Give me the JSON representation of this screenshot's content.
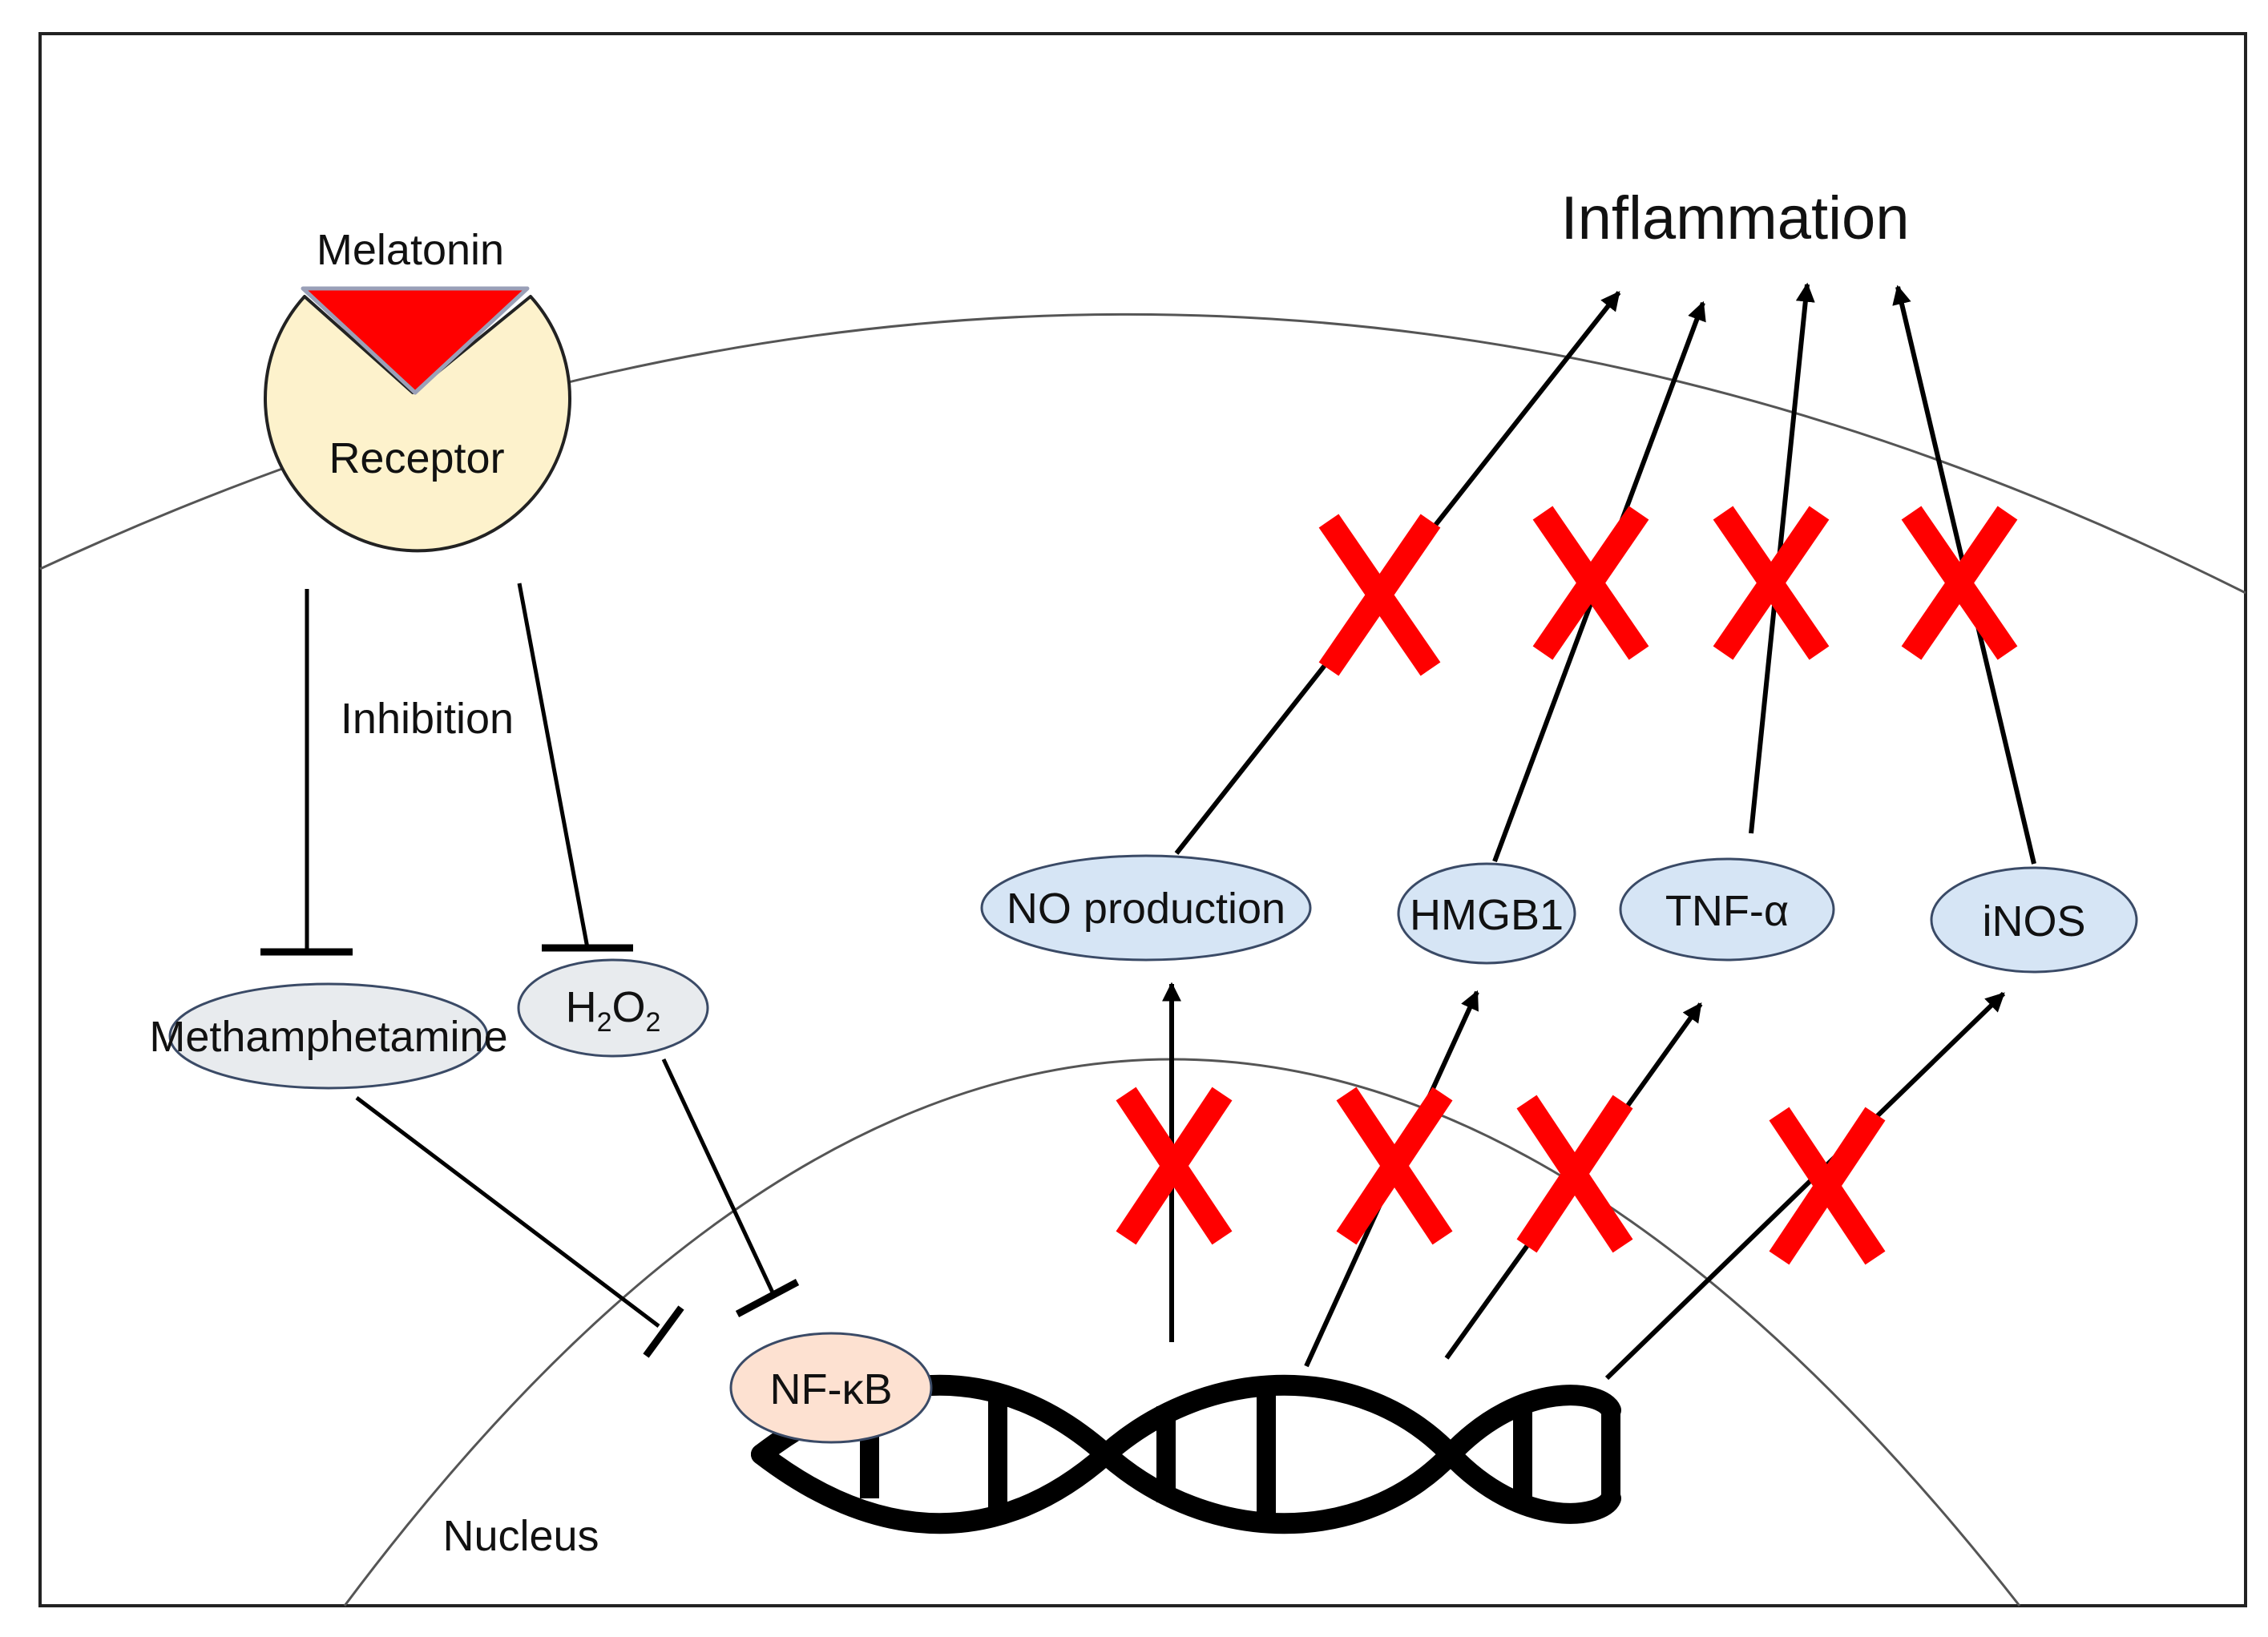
{
  "labels": {
    "melatonin": "Melatonin",
    "receptor": "Receptor",
    "inhibition": "Inhibition",
    "inflammation": "Inflammation",
    "nucleus": "Nucleus"
  },
  "nodes": {
    "methamphetamine": "Methamphetamine",
    "h2o2": {
      "base": "H",
      "sub1": "2",
      "mid": "O",
      "sub2": "2"
    },
    "nfkb": "NF-κB",
    "no_production": "NO production",
    "hmgb1": "HMGB1",
    "tnf": "TNF-α",
    "inos": "iNOS"
  },
  "colors": {
    "melatonin": "#ff0000",
    "receptor_fill": "#fdf2cc",
    "target_fill": "#e8ebee",
    "nfkb_fill": "#fde1d1",
    "product_fill": "#d6e5f5",
    "block_mark": "#ff0000",
    "line": "#000000"
  }
}
